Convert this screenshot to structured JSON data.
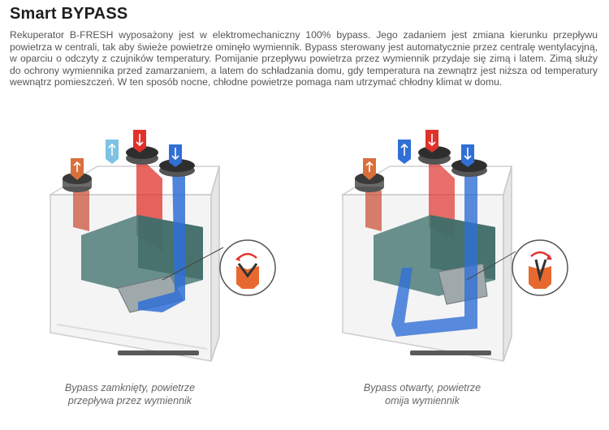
{
  "heading": "Smart BYPASS",
  "paragraph": [
    "Rekuperator B-FRESH wyposażony jest w elektromechaniczny 100% bypass. Jego zadaniem jest zmiana kierunku przepływu powietrza w centrali, tak aby świeże powietrze ominęło wymiennik. Bypass sterowany jest automatycznie przez centralę wentylacyjną, w oparciu o odczyty z czujników temperatury. Pomijanie przepływu powietrza przez wymiennik przydaje się zimą i latem. Zimą służy do ochrony wymiennika przed zamarzaniem, a latem do schładzania domu, gdy temperatura na zewnątrz jest niższa od temperatury wewnątrz pomieszczeń. W ten sposób nocne, chłodne powietrze pomaga nam utrzymać chłodny klimat w domu."
  ],
  "figures": [
    {
      "state": "closed",
      "caption_line1": "Bypass zamknięty, powietrze",
      "caption_line2": "przepływa przez wymiennik"
    },
    {
      "state": "open",
      "caption_line1": "Bypass otwarty, powietrze",
      "caption_line2": "omija wymiennik"
    }
  ],
  "colors": {
    "hot_red": "#e0322b",
    "cold_blue": "#2f6fd6",
    "light_blue": "#7fc3e4",
    "orange": "#d9703a",
    "exchanger": "#4f7c78",
    "casing": "#f2f2f2"
  }
}
